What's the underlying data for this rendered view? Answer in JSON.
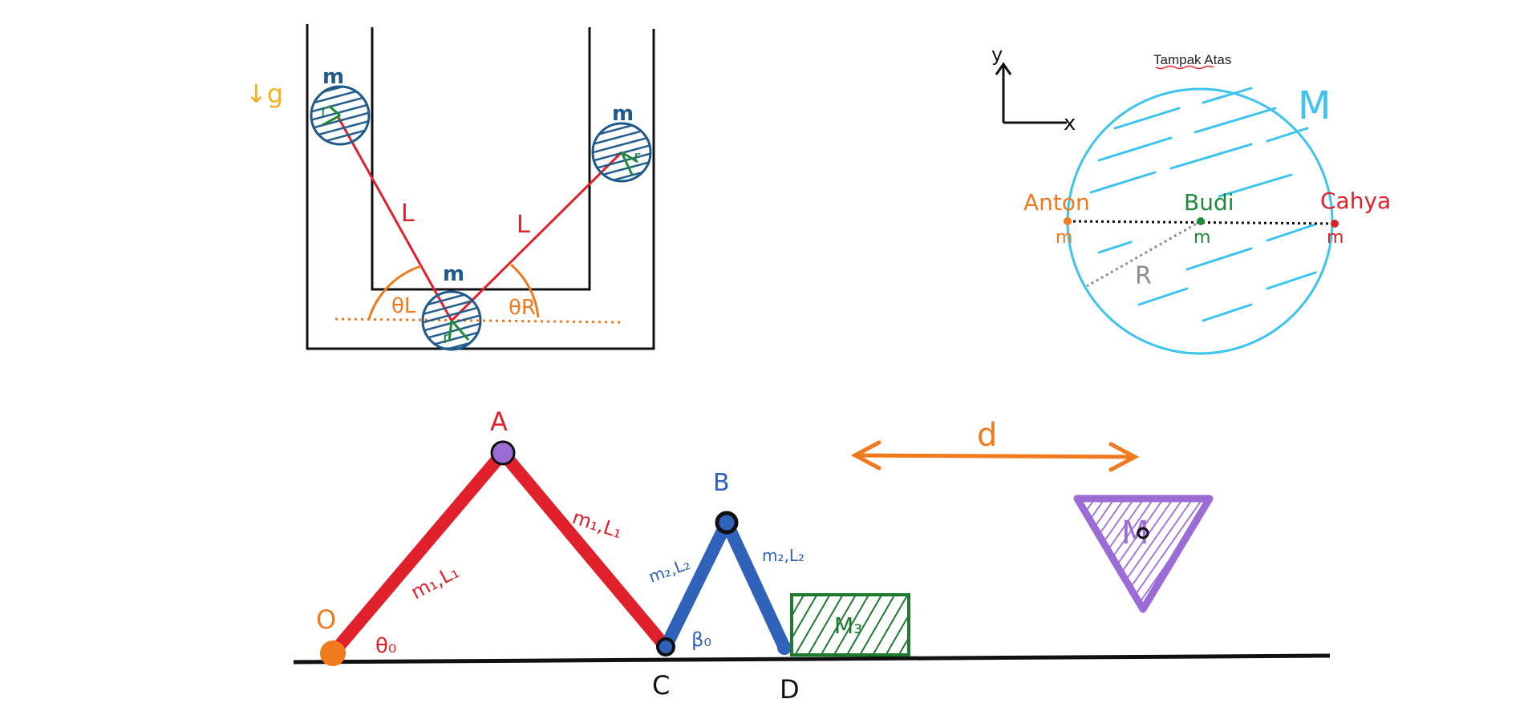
{
  "colors": {
    "ink": "#111111",
    "navy": "#1f5a8a",
    "red": "#e0202a",
    "orange": "#f07a1e",
    "green": "#1e8a3a",
    "gold": "#f0b020",
    "cyan": "#3cc4ee",
    "blue": "#2f62b8",
    "purple": "#9b6bd6",
    "gray": "#8c8f94",
    "darkgreen": "#1e7a2e"
  },
  "panel_u": {
    "gravity_label": "↓g",
    "mass_label_left": "m",
    "mass_label_right": "m",
    "mass_label_bottom": "m",
    "rod_label_left": "L",
    "rod_label_right": "L",
    "angle_label_left": "θL",
    "angle_label_right": "θR",
    "radius_label": "r"
  },
  "panel_disk": {
    "title": "Tampak Atas",
    "axis_y": "y",
    "axis_x": "x",
    "disk_mass_label": "M",
    "person_left_name": "Anton",
    "person_left_mass": "m",
    "person_center_name": "Budi",
    "person_center_mass": "m",
    "person_right_name": "Cahya",
    "person_right_mass": "m",
    "radius_label": "R"
  },
  "panel_linkage": {
    "point_O": "O",
    "point_A": "A",
    "point_B": "B",
    "point_C": "C",
    "point_D": "D",
    "rod_OA_label": "m₁,L₁",
    "rod_AC_label": "m₁,L₁",
    "rod_CB_label": "m₂,L₂",
    "rod_BD_label": "m₂,L₂",
    "angle_theta": "θ₀",
    "angle_beta": "β₀",
    "block_label": "M₃",
    "distance_label": "d",
    "triangle_label": "M"
  }
}
